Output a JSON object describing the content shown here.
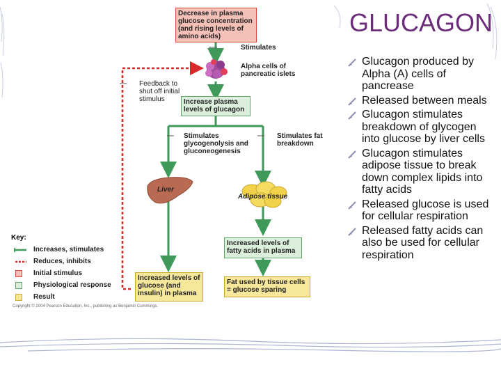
{
  "slide": {
    "title": "GLUCAGON",
    "bullets": [
      "Glucagon  produced by Alpha (A) cells of pancrease",
      "Released between meals",
      "Glucagon stimulates breakdown of glycogen into glucose by liver cells",
      "Glucagon stimulates adipose tissue to break down complex lipids into fatty acids",
      "Released glucose is used for cellular respiration",
      "Released fatty acids can also be used for cellular respiration"
    ]
  },
  "figure": {
    "stimulus_box": "Decrease in plasma glucose concentration (and rising levels of amino acids)",
    "stimulates_1": "Stimulates",
    "alpha_cells": "Alpha cells of pancreatic islets",
    "feedback": "Feedback to shut off initial stimulus",
    "increase_glucagon": "Increase plasma levels of glucagon",
    "stim_glyco": "Stimulates glycogenolysis and gluconeogenesis",
    "stim_fat": "Stimulates fat breakdown",
    "liver": "Liver",
    "adipose": "Adipose tissue",
    "fatty_acids": "Increased levels of fatty acids in plasma",
    "glucose_plasma": "Increased levels of glucose (and insulin) in plasma",
    "fat_used": "Fat used by tissue cells = glucose sparing",
    "key": {
      "title": "Key:",
      "items": [
        {
          "label": "Increases, stimulates"
        },
        {
          "label": "Reduces, inhibits"
        },
        {
          "label": "Initial stimulus"
        },
        {
          "label": "Physiological response"
        },
        {
          "label": "Result"
        }
      ]
    },
    "copyright": "Copyright © 2004 Pearson Education, Inc., publishing as Benjamin Cummings."
  },
  "colors": {
    "title": "#6b2d7a",
    "stimulus_fill": "#f4c0b8",
    "stimulus_border": "#d84a3a",
    "response_fill": "#dcefdc",
    "response_border": "#5ea86a",
    "result_fill": "#f6e79a",
    "result_border": "#c9a933",
    "arrow_green": "#3f9a5a",
    "arrow_red": "#d42a2a"
  }
}
